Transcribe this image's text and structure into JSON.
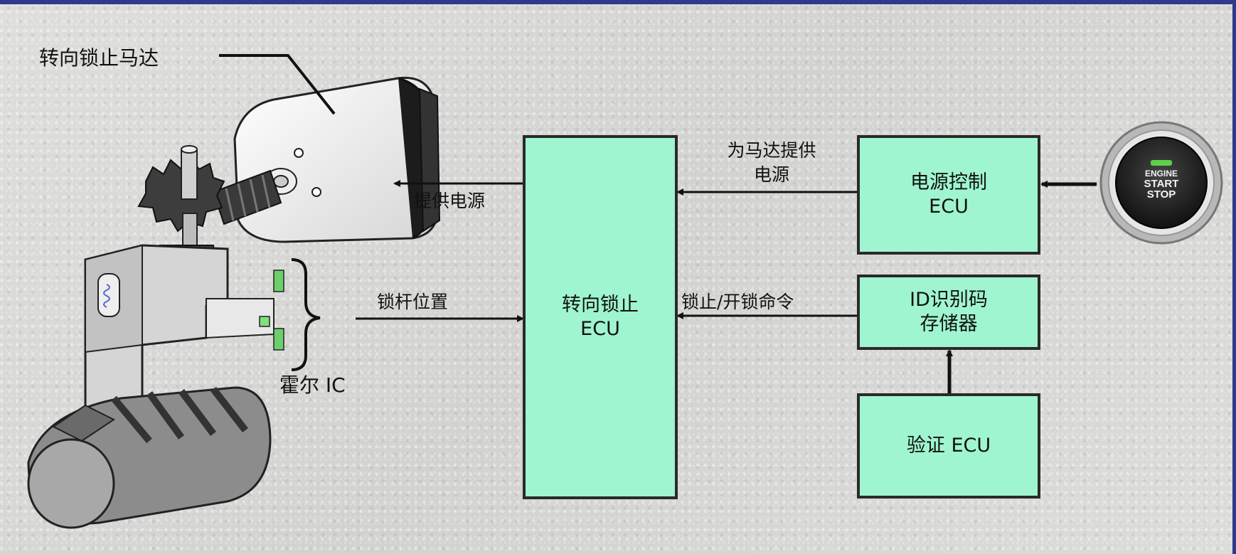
{
  "frame": {
    "accent_color": "#2f3a8c",
    "box_fill": "#9ff5cf"
  },
  "labels": {
    "motor": "转向锁止马达",
    "hall_ic": "霍尔 IC",
    "supply_power": "提供电源",
    "lock_position": "锁杆位置",
    "motor_power_line1": "为马达提供",
    "motor_power_line2": "电源",
    "lock_command": "锁止/开锁命令"
  },
  "boxes": {
    "steering_ecu": {
      "line1": "转向锁止",
      "line2": "ECU"
    },
    "power_ecu": {
      "line1": "电源控制",
      "line2": "ECU"
    },
    "id_storage": {
      "line1": "ID识别码",
      "line2": "存储器"
    },
    "verify_ecu": {
      "line1": "验证 ECU"
    }
  },
  "engine_button": {
    "line1": "ENGINE",
    "line2": "START",
    "line3": "STOP"
  }
}
